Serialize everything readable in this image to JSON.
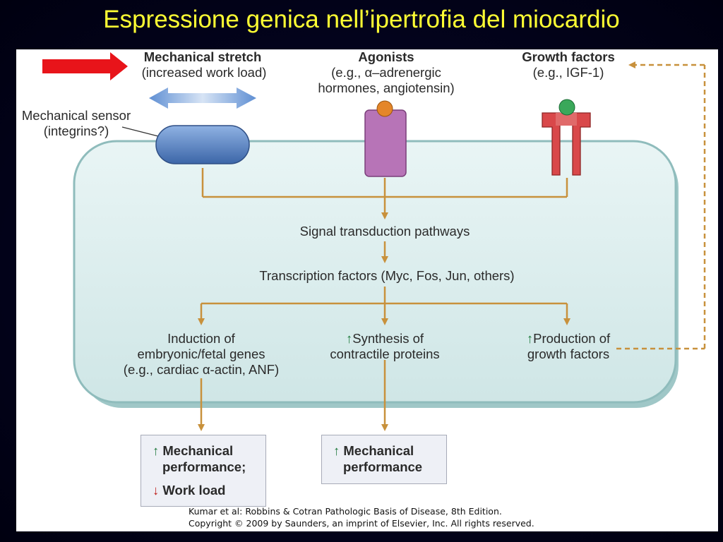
{
  "slide": {
    "title": "Espressione genica nell’ipertrofia del miocardio"
  },
  "inputs": {
    "mechanical_stretch": {
      "title": "Mechanical stretch",
      "detail": "(increased work load)"
    },
    "agonists": {
      "title": "Agonists",
      "detail_1": "(e.g., α–adrenergic",
      "detail_2": "hormones, angiotensin)"
    },
    "growth_factors": {
      "title": "Growth factors",
      "detail": "(e.g., IGF-1)"
    }
  },
  "sensor": {
    "line_1": "Mechanical sensor",
    "line_2": "(integrins?)"
  },
  "cell": {
    "signal": "Signal transduction pathways",
    "transcription": "Transcription factors (Myc, Fos, Jun, others)",
    "induction": {
      "line_1": "Induction of",
      "line_2": "embryonic/fetal genes",
      "line_3": "(e.g., cardiac α-actin, ANF)"
    },
    "synthesis": {
      "line_1": "Synthesis of",
      "line_2": "contractile proteins",
      "arrow": "↑"
    },
    "production": {
      "line_1": "Production of",
      "line_2": "growth factors",
      "arrow": "↑"
    }
  },
  "outcomes": {
    "left": {
      "line_1": "Mechanical",
      "line_2": "performance;",
      "line_3": "Work load",
      "up_arrow": "↑",
      "down_arrow": "↓"
    },
    "middle": {
      "line_1": "Mechanical",
      "line_2": "performance",
      "up_arrow": "↑"
    }
  },
  "credit": {
    "line_1": "Kumar et al: Robbins & Cotran Pathologic Basis of Disease, 8th Edition.",
    "line_2": "Copyright © 2009 by Saunders, an imprint of Elsevier, Inc. All rights reserved."
  },
  "colors": {
    "title": "#ffff33",
    "cell_fill": "#d6ecec",
    "cell_border": "#8fbcbc",
    "flow_arrow": "#c8913c",
    "red_pointer": "#e8141a",
    "sensor": "#5b86c7",
    "agonist_receptor": "#b774b7",
    "growth_receptor": "#d9484a",
    "up_arrow": "#1f7a3c",
    "down_arrow": "#c0221e"
  },
  "icons": [
    "red-pointer-arrow",
    "double-headed-stretch-arrow",
    "mechanical-sensor-icon",
    "agonist-receptor-icon",
    "growth-factor-receptor-icon"
  ]
}
